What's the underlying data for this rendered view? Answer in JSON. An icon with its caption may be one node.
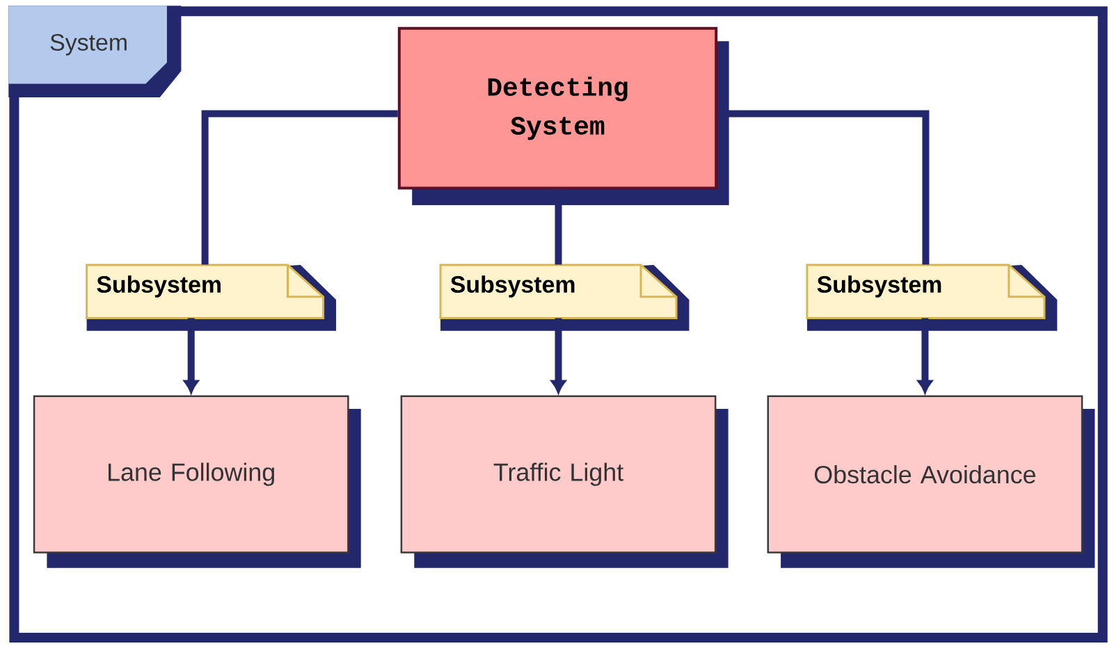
{
  "diagram": {
    "nodes": [
      {
        "text": [
          "System"
        ]
      },
      {
        "text": [
          "Detecting System"
        ],
        "in": 0
      },
      {
        "text": [
          "Subsystem"
        ],
        "in": 0
      },
      {
        "text": [
          "Subsystem"
        ],
        "in": 0
      },
      {
        "text": [
          "Subsystem"
        ],
        "in": 0
      },
      {
        "text": [
          "Lane Following"
        ],
        "in": 0
      },
      {
        "text": [
          "Traffic Light"
        ],
        "in": 0
      },
      {
        "text": [
          "Obstacle Avoidance"
        ],
        "in": 0
      }
    ],
    "edges": [
      {
        "from": 1,
        "to": 2,
        "arrow": "none"
      },
      {
        "from": 1,
        "to": 3,
        "arrow": "none"
      },
      {
        "from": 1,
        "to": 4,
        "arrow": "none"
      },
      {
        "from": 2,
        "to": 5,
        "arrow": "to"
      },
      {
        "from": 3,
        "to": 6,
        "arrow": "to"
      },
      {
        "from": 4,
        "to": 7,
        "arrow": "to"
      }
    ]
  }
}
